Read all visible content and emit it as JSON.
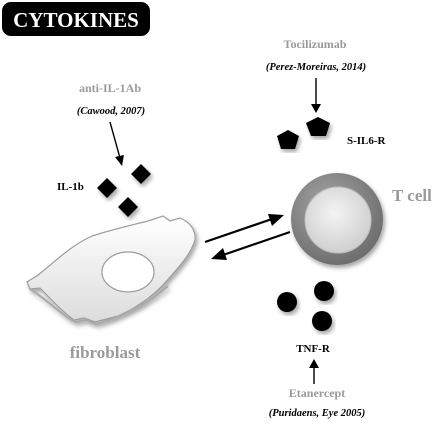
{
  "title": "CYTOKINES",
  "colors": {
    "title_bg": "#000000",
    "title_text": "#ffffff",
    "drug_text": "#9a9a9a",
    "cite_text": "#000000",
    "mark_fill": "#000000",
    "cell_ring": "#7f7f7f",
    "cell_core": "#dcdcdc",
    "fibroblast_fill": "#efefef"
  },
  "labels": {
    "tocilizumab": "Tocilizumab",
    "tocilizumab_ref": "(Perez-Moreiras, 2014)",
    "s_il6_r": "S-IL6-R",
    "anti_il1": "anti-IL-1Ab",
    "anti_il1_ref": "(Cawood, 2007)",
    "il1b": "IL-1b",
    "t_cell": "T cell",
    "fibroblast": "fibroblast",
    "tnf_r": "TNF-R",
    "etanercept": "Etanercept",
    "etanercept_ref": "(Puridaens, Eye 2005)"
  }
}
